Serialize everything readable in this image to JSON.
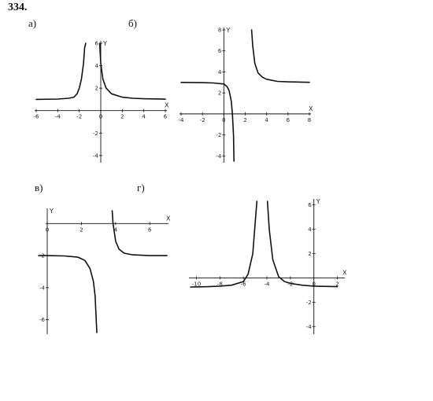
{
  "problem_number": "334.",
  "colors": {
    "ink": "#111111"
  },
  "chart_data": [
    {
      "type": "line",
      "panel_label": "а)",
      "xlabel": "X",
      "ylabel": "Y",
      "xlim": [
        -6,
        6
      ],
      "ylim": [
        -4.5,
        6
      ],
      "x_ticks": [
        -6,
        -4,
        -2,
        0,
        2,
        4,
        6
      ],
      "x_tick_labels": [
        "-6",
        "-4",
        "-2",
        "0",
        "2",
        "4",
        "6"
      ],
      "y_ticks": [
        -4,
        -2,
        2,
        4,
        6
      ],
      "y_tick_labels": [
        "-4",
        "-2",
        "2",
        "4",
        "6"
      ],
      "series": [
        {
          "x": [
            -6,
            -4,
            -3,
            -2.5,
            -2.2,
            -2,
            -1.8,
            -1.6,
            -1.5,
            -1.4
          ],
          "y": [
            1,
            1.03,
            1.1,
            1.2,
            1.5,
            2,
            2.8,
            4.2,
            5.6,
            6
          ]
        },
        {
          "x": [
            -0.1,
            0,
            0.2,
            0.5,
            1,
            2,
            3,
            4,
            6
          ],
          "y": [
            6,
            4.2,
            2.8,
            2,
            1.5,
            1.2,
            1.1,
            1.06,
            1.02
          ]
        }
      ]
    },
    {
      "type": "line",
      "panel_label": "б)",
      "xlabel": "X",
      "ylabel": "Y",
      "xlim": [
        -4,
        8
      ],
      "ylim": [
        -4.5,
        8
      ],
      "x_ticks": [
        -4,
        -2,
        0,
        2,
        4,
        6,
        8
      ],
      "x_tick_labels": [
        "-4",
        "-2",
        "0",
        "2",
        "4",
        "6",
        "8"
      ],
      "y_ticks": [
        -4,
        -2,
        2,
        4,
        6,
        8
      ],
      "y_tick_labels": [
        "-4",
        "-2",
        "2",
        "4",
        "6",
        "8"
      ],
      "series": [
        {
          "x": [
            -4,
            -2,
            -1,
            0,
            0.3,
            0.5,
            0.7,
            0.8,
            0.9,
            0.95
          ],
          "y": [
            3,
            2.98,
            2.95,
            2.85,
            2.6,
            2.2,
            1.2,
            0,
            -2,
            -4.5
          ]
        },
        {
          "x": [
            2.6,
            2.7,
            2.9,
            3.2,
            3.6,
            4,
            5,
            6,
            8
          ],
          "y": [
            8,
            6.5,
            4.8,
            3.9,
            3.5,
            3.3,
            3.1,
            3.05,
            3.01
          ]
        }
      ]
    },
    {
      "type": "line",
      "panel_label": "в)",
      "xlabel": "X",
      "ylabel": "Y",
      "xlim": [
        0,
        7
      ],
      "ylim": [
        -6.8,
        0.8
      ],
      "x_ticks": [
        0,
        2,
        4,
        6
      ],
      "x_tick_labels": [
        "0",
        "2",
        "4",
        "6"
      ],
      "y_ticks": [
        -2,
        -4,
        -6
      ],
      "y_tick_labels": [
        "-2",
        "-4",
        "-6"
      ],
      "series": [
        {
          "x": [
            -0.5,
            0,
            1,
            1.8,
            2.2,
            2.5,
            2.7,
            2.8,
            2.9
          ],
          "y": [
            -2,
            -2,
            -2.02,
            -2.1,
            -2.3,
            -2.8,
            -3.6,
            -4.5,
            -6.8
          ]
        },
        {
          "x": [
            3.8,
            3.85,
            4,
            4.2,
            4.5,
            5,
            6,
            7
          ],
          "y": [
            0.8,
            0,
            -1.1,
            -1.6,
            -1.85,
            -1.95,
            -2,
            -2
          ]
        }
      ]
    },
    {
      "type": "line",
      "panel_label": "г)",
      "xlabel": "X",
      "ylabel": "Y",
      "xlim": [
        -10.5,
        2.5
      ],
      "ylim": [
        -4.5,
        6.3
      ],
      "x_ticks": [
        -10,
        -8,
        -6,
        -4,
        -2,
        0,
        2
      ],
      "x_tick_labels": [
        "-10",
        "-8",
        "-6",
        "-4",
        "-2",
        "0",
        "2"
      ],
      "y_ticks": [
        -4,
        -2,
        2,
        4,
        6
      ],
      "y_tick_labels": [
        "-4",
        "-2",
        "2",
        "4",
        "6"
      ],
      "series": [
        {
          "x": [
            -10.5,
            -9,
            -8,
            -7,
            -6,
            -5.6,
            -5.2,
            -5,
            -4.85
          ],
          "y": [
            -0.75,
            -0.72,
            -0.68,
            -0.6,
            -0.3,
            0.3,
            2,
            4.5,
            6.3
          ]
        },
        {
          "x": [
            -3.95,
            -3.8,
            -3.5,
            -3,
            -2.5,
            -2,
            -1,
            0,
            2
          ],
          "y": [
            6.3,
            4,
            1.5,
            0.1,
            -0.3,
            -0.45,
            -0.6,
            -0.68,
            -0.72
          ]
        }
      ]
    }
  ]
}
